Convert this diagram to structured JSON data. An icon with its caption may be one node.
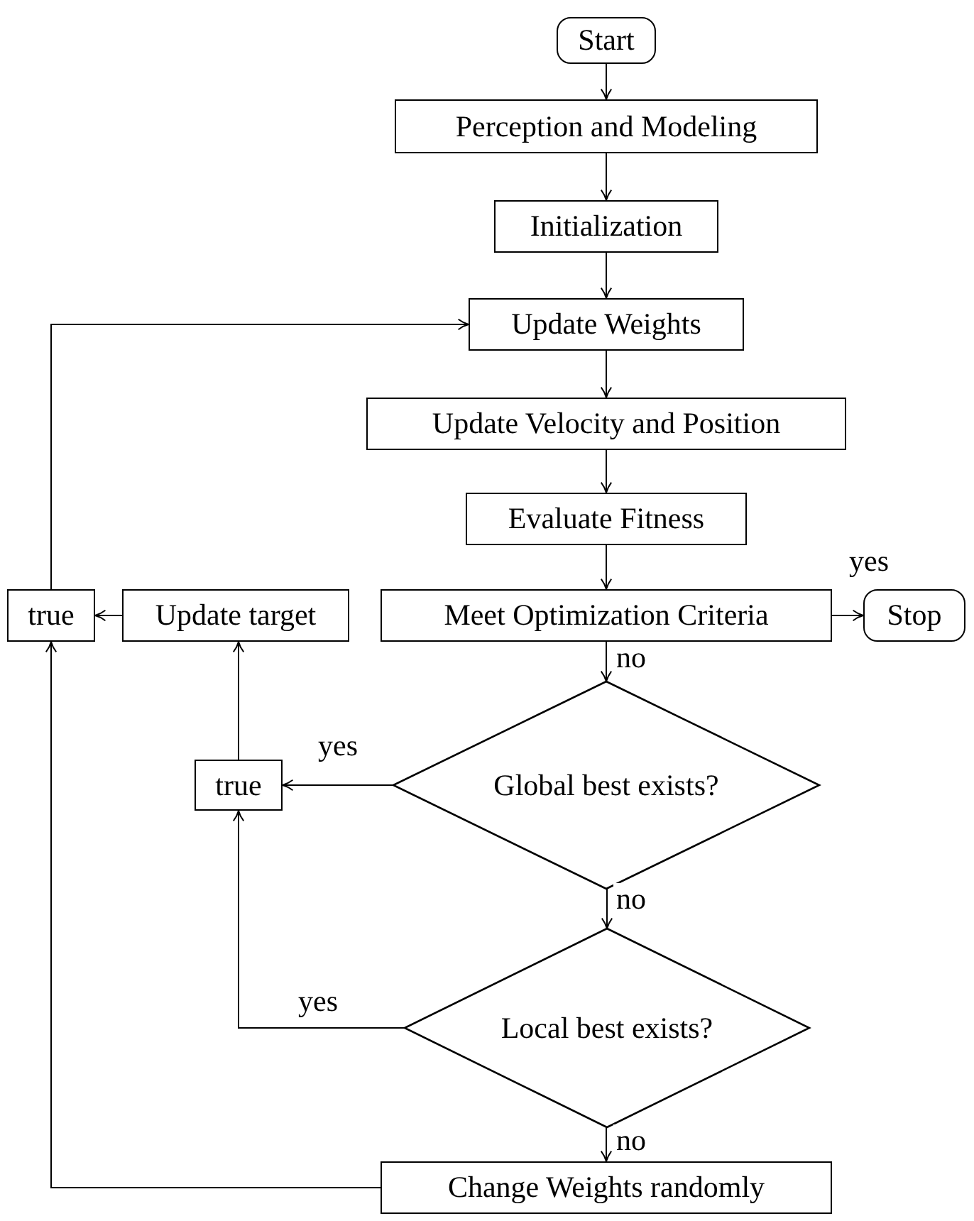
{
  "diagram": {
    "nodes": [
      {
        "text": [
          "Start"
        ]
      },
      {
        "text": [
          "Perception and Modeling"
        ]
      },
      {
        "text": [
          "Initialization"
        ]
      },
      {
        "text": [
          "Update Weights"
        ]
      },
      {
        "text": [
          "Update Velocity and Position"
        ]
      },
      {
        "text": [
          "Evaluate Fitness"
        ]
      },
      {
        "text": [
          "true"
        ]
      },
      {
        "text": [
          "Update target"
        ]
      },
      {
        "text": [
          "Meet Optimization Criteria"
        ]
      },
      {
        "text": [
          "Stop"
        ]
      },
      {
        "text": [
          "Global best exists?"
        ]
      },
      {
        "text": [
          "true"
        ]
      },
      {
        "text": [
          "Local best exists?"
        ]
      },
      {
        "text": [
          "Change Weights randomly"
        ]
      }
    ],
    "edges": [
      {
        "from": 0,
        "to": 1,
        "arrow": "to"
      },
      {
        "from": 1,
        "to": 2,
        "arrow": "to"
      },
      {
        "from": 2,
        "to": 3,
        "arrow": "to"
      },
      {
        "from": 3,
        "to": 4,
        "arrow": "to"
      },
      {
        "from": 4,
        "to": 5,
        "arrow": "to"
      },
      {
        "from": 5,
        "to": 8,
        "arrow": "to"
      },
      {
        "from": 8,
        "to": 9,
        "arrow": "to",
        "label": "yes"
      },
      {
        "from": 8,
        "to": 10,
        "arrow": "to",
        "label": "no"
      },
      {
        "from": 10,
        "to": 11,
        "arrow": "to",
        "label": "yes"
      },
      {
        "from": 10,
        "to": 12,
        "arrow": "to",
        "label": "no"
      },
      {
        "from": 12,
        "to": 11,
        "arrow": "to",
        "label": "yes"
      },
      {
        "from": 12,
        "to": 13,
        "arrow": "to",
        "label": "no"
      },
      {
        "from": 11,
        "to": 7,
        "arrow": "to"
      },
      {
        "from": 7,
        "to": 6,
        "arrow": "to"
      },
      {
        "from": 13,
        "to": 6,
        "arrow": "to"
      },
      {
        "from": 6,
        "to": 3,
        "arrow": "to"
      }
    ]
  }
}
